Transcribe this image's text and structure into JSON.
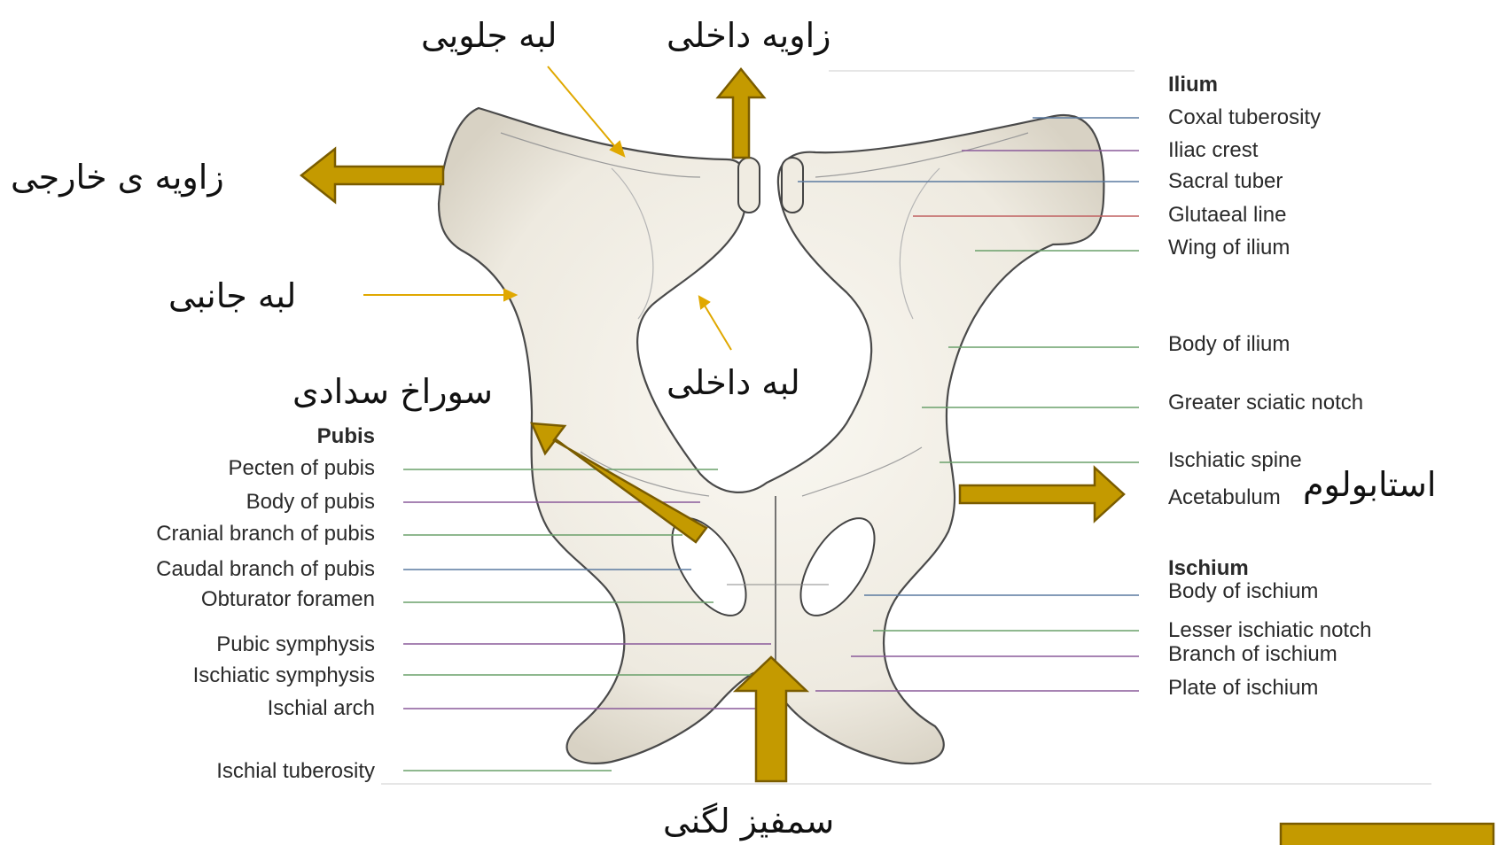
{
  "colors": {
    "arrow_fill": "#c49a00",
    "arrow_stroke": "#7a5c00",
    "thin_arrow": "#e0a800",
    "bone_fill": "#f3f0e8",
    "bone_stroke": "#555555",
    "leader_blue": "#5a7aa0",
    "leader_green": "#6aa06a",
    "leader_purple": "#8a5a9a",
    "leader_red": "#c06060"
  },
  "right_labels": {
    "ilium_head": "Ilium",
    "coxal_tuberosity": "Coxal tuberosity",
    "iliac_crest": "Iliac crest",
    "sacral_tuber": "Sacral tuber",
    "glutaeal_line": "Glutaeal line",
    "wing_of_ilium": "Wing of ilium",
    "body_of_ilium": "Body of ilium",
    "greater_sciatic_notch": "Greater sciatic notch",
    "ischiatic_spine": "Ischiatic spine",
    "acetabulum": "Acetabulum",
    "ischium_head": "Ischium",
    "body_of_ischium": "Body of ischium",
    "lesser_ischiatic_notch": "Lesser ischiatic notch",
    "branch_of_ischium": "Branch of ischium",
    "plate_of_ischium": "Plate of ischium"
  },
  "left_labels": {
    "pubis_head": "Pubis",
    "pecten_of_pubis": "Pecten of pubis",
    "body_of_pubis": "Body of pubis",
    "cranial_branch_of_pubis": "Cranial branch of pubis",
    "caudal_branch_of_pubis": "Caudal branch of pubis",
    "obturator_foramen": "Obturator foramen",
    "pubic_symphysis": "Pubic symphysis",
    "ischiatic_symphysis": "Ischiatic symphysis",
    "ischial_arch": "Ischial arch",
    "ischial_tuberosity": "Ischial tuberosity"
  },
  "persian_labels": {
    "cranial_border": "لبه جلویی",
    "medial_angle": "زاویه داخلی",
    "lateral_angle": "زاویه ی خارجی",
    "lateral_border": "لبه جانبی",
    "medial_border": "لبه داخلی",
    "obturator_hole": "سوراخ سدادی",
    "acetabulum": "استابولوم",
    "pelvic_symphysis": "سمفیز لگنی"
  }
}
